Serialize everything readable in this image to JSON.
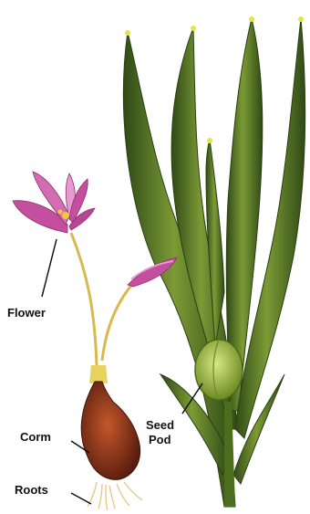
{
  "labels": {
    "flower": "Flower",
    "corm": "Corm",
    "roots": "Roots",
    "seed_pod_line1": "Seed",
    "seed_pod_line2": "Pod"
  },
  "colors": {
    "leaf_dark": "#2f4a16",
    "leaf_mid": "#5e7f24",
    "leaf_light": "#9fb64a",
    "leaf_tip": "#e6e24a",
    "petal": "#c44f9e",
    "petal_light": "#e69ad0",
    "stem": "#d8b94e",
    "corm": "#7a2a14",
    "corm_light": "#c2582b",
    "pod": "#b9cf5a",
    "roots": "#e6c98d",
    "leader_line": "#111111"
  }
}
